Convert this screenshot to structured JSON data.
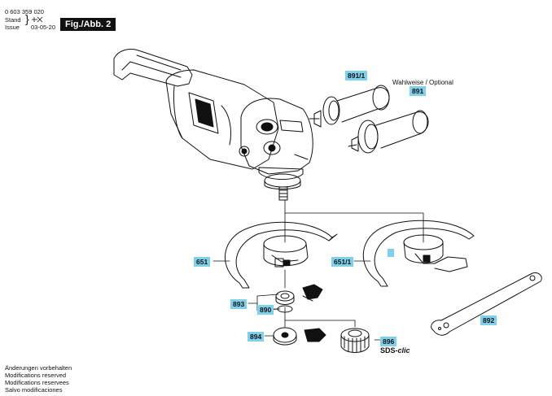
{
  "header": {
    "doc_number": "0 603 359 020",
    "stand_label": "Stand",
    "issue_label": "Issue",
    "date": "03-05-20",
    "figure_label": "Fig./Abb. 2"
  },
  "callouts": {
    "p891_1": "891/1",
    "p891": "891",
    "optional": "Wahlweise / Optional",
    "p651": "651",
    "p651_1": "651/1",
    "p893": "893",
    "p890": "890",
    "p894": "894",
    "p896": "896",
    "sds_prefix": "SDS-",
    "sds_suffix": "clic",
    "p892": "892"
  },
  "footer": {
    "lines": [
      "Änderungen vorbehalten",
      "Modifications reserved",
      "Modifications reservees",
      "Salvo modificaciones"
    ]
  },
  "colors": {
    "callout_bg": "#7fd0ea",
    "badge_bg": "#111111"
  }
}
